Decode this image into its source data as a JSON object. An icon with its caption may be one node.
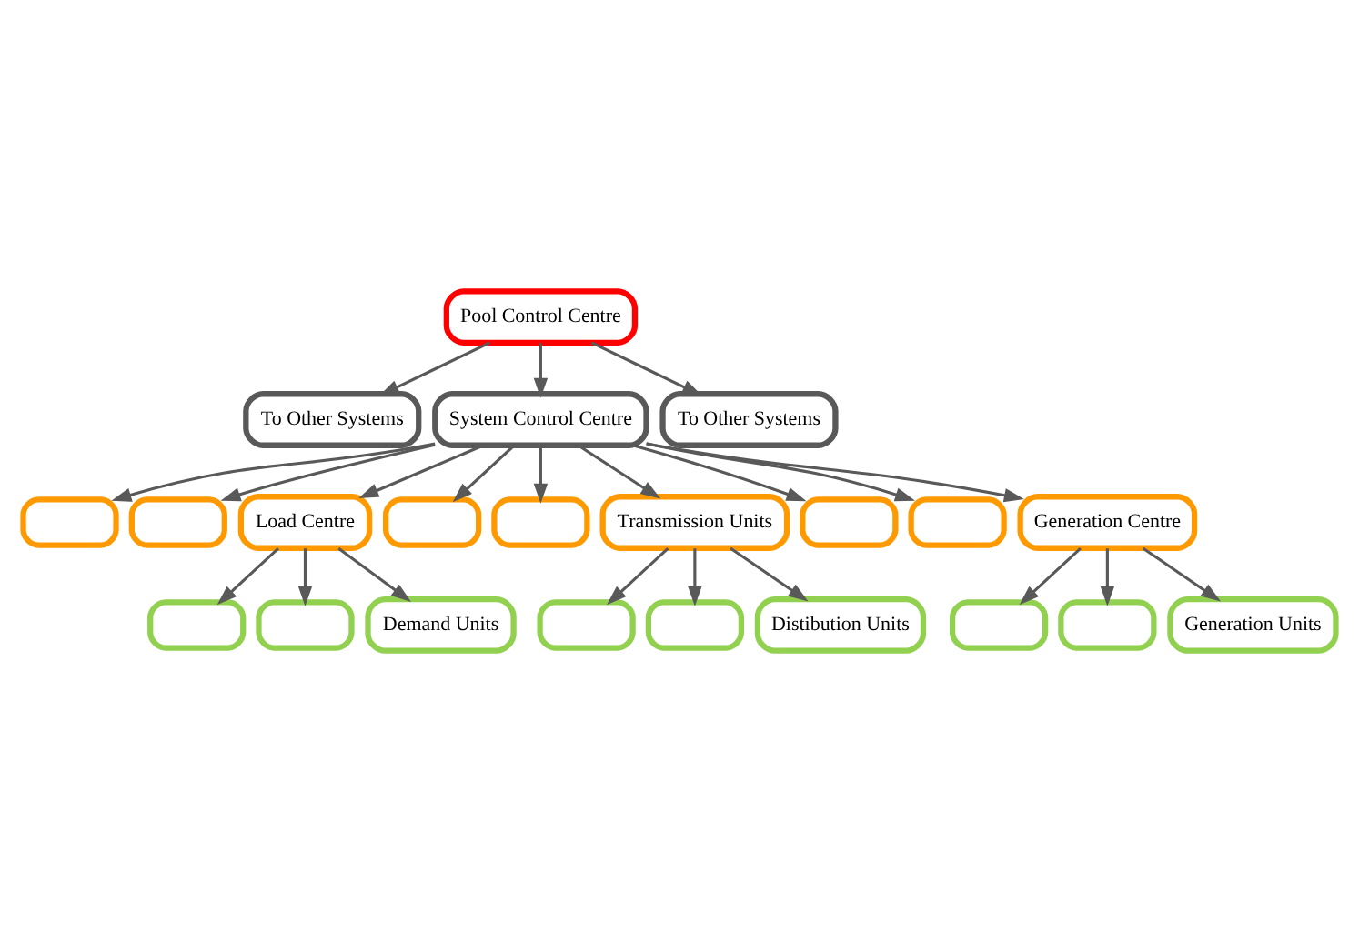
{
  "diagram": {
    "nodes": [
      {
        "text": [
          "Pool Control Centre"
        ]
      },
      {
        "text": [
          "To Other Systems"
        ]
      },
      {
        "text": [
          "System Control Centre"
        ]
      },
      {
        "text": [
          "To Other Systems"
        ]
      },
      {
        "text": [],
        "shape": "box"
      },
      {
        "text": [],
        "shape": "box"
      },
      {
        "text": [
          "Load Centre"
        ]
      },
      {
        "text": [],
        "shape": "box"
      },
      {
        "text": [],
        "shape": "box"
      },
      {
        "text": [
          "Transmission Units"
        ]
      },
      {
        "text": [],
        "shape": "box"
      },
      {
        "text": [],
        "shape": "box"
      },
      {
        "text": [
          "Generation Centre"
        ]
      },
      {
        "text": [],
        "shape": "box"
      },
      {
        "text": [],
        "shape": "box"
      },
      {
        "text": [
          "Demand Units"
        ]
      },
      {
        "text": [],
        "shape": "box"
      },
      {
        "text": [],
        "shape": "box"
      },
      {
        "text": [
          "Distibution Units"
        ]
      },
      {
        "text": [],
        "shape": "box"
      },
      {
        "text": [],
        "shape": "box"
      },
      {
        "text": [
          "Generation Units"
        ]
      }
    ],
    "edges": [
      {
        "from": 0,
        "to": 1,
        "arrow": "to"
      },
      {
        "from": 0,
        "to": 2,
        "arrow": "to"
      },
      {
        "from": 0,
        "to": 3,
        "arrow": "to"
      },
      {
        "from": 2,
        "to": 4,
        "arrow": "to"
      },
      {
        "from": 2,
        "to": 5,
        "arrow": "to"
      },
      {
        "from": 2,
        "to": 6,
        "arrow": "to"
      },
      {
        "from": 2,
        "to": 7,
        "arrow": "to"
      },
      {
        "from": 2,
        "to": 8,
        "arrow": "to"
      },
      {
        "from": 2,
        "to": 9,
        "arrow": "to"
      },
      {
        "from": 2,
        "to": 10,
        "arrow": "to"
      },
      {
        "from": 2,
        "to": 11,
        "arrow": "to"
      },
      {
        "from": 2,
        "to": 12,
        "arrow": "to"
      },
      {
        "from": 6,
        "to": 13,
        "arrow": "to"
      },
      {
        "from": 6,
        "to": 14,
        "arrow": "to"
      },
      {
        "from": 6,
        "to": 15,
        "arrow": "to"
      },
      {
        "from": 9,
        "to": 16,
        "arrow": "to"
      },
      {
        "from": 9,
        "to": 17,
        "arrow": "to"
      },
      {
        "from": 9,
        "to": 18,
        "arrow": "to"
      },
      {
        "from": 12,
        "to": 19,
        "arrow": "to"
      },
      {
        "from": 12,
        "to": 20,
        "arrow": "to"
      },
      {
        "from": 12,
        "to": 21,
        "arrow": "to"
      }
    ]
  }
}
